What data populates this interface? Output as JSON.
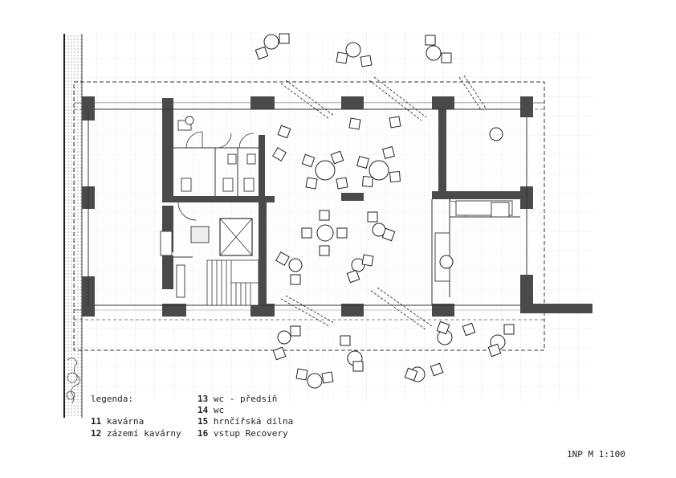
{
  "legend": {
    "title": "legenda:",
    "items": [
      {
        "num": "11",
        "label": "kavárna"
      },
      {
        "num": "12",
        "label": "zázemí kavárny"
      },
      {
        "num": "13",
        "label": "wc - předsíň"
      },
      {
        "num": "14",
        "label": "wc"
      },
      {
        "num": "15",
        "label": "hrnčířská dílna"
      },
      {
        "num": "16",
        "label": "vstup Recovery"
      }
    ]
  },
  "scale_label": "1NP M 1:100",
  "colors": {
    "wall": "#4a4a4a",
    "ink": "#2a2a2a",
    "grid": "#bdbdbd",
    "paving": "#e9e9e9"
  }
}
